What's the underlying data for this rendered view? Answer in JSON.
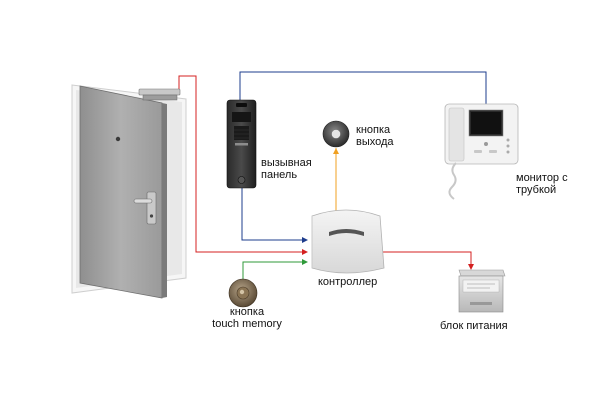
{
  "labels": {
    "call_panel": [
      "вызывная",
      "панель"
    ],
    "exit_button": [
      "кнопка",
      "выхода"
    ],
    "monitor": [
      "монитор с",
      "трубкой"
    ],
    "controller": "контроллер",
    "touch_memory": [
      "кнопка",
      "touch memory"
    ],
    "power_supply": "блок питания"
  },
  "colors": {
    "red_wire": "#d42020",
    "blue_wire": "#1e3c8c",
    "green_wire": "#2f9a3a",
    "orange_wire": "#f0a020"
  },
  "icons": {
    "door": "door-icon",
    "magnetic_lock": "magnetic-lock-icon",
    "call_panel": "call-panel-icon",
    "exit_button": "exit-button-icon",
    "monitor": "video-monitor-icon",
    "controller": "controller-icon",
    "touch_memory": "touch-memory-reader-icon",
    "power_supply": "power-supply-icon"
  }
}
